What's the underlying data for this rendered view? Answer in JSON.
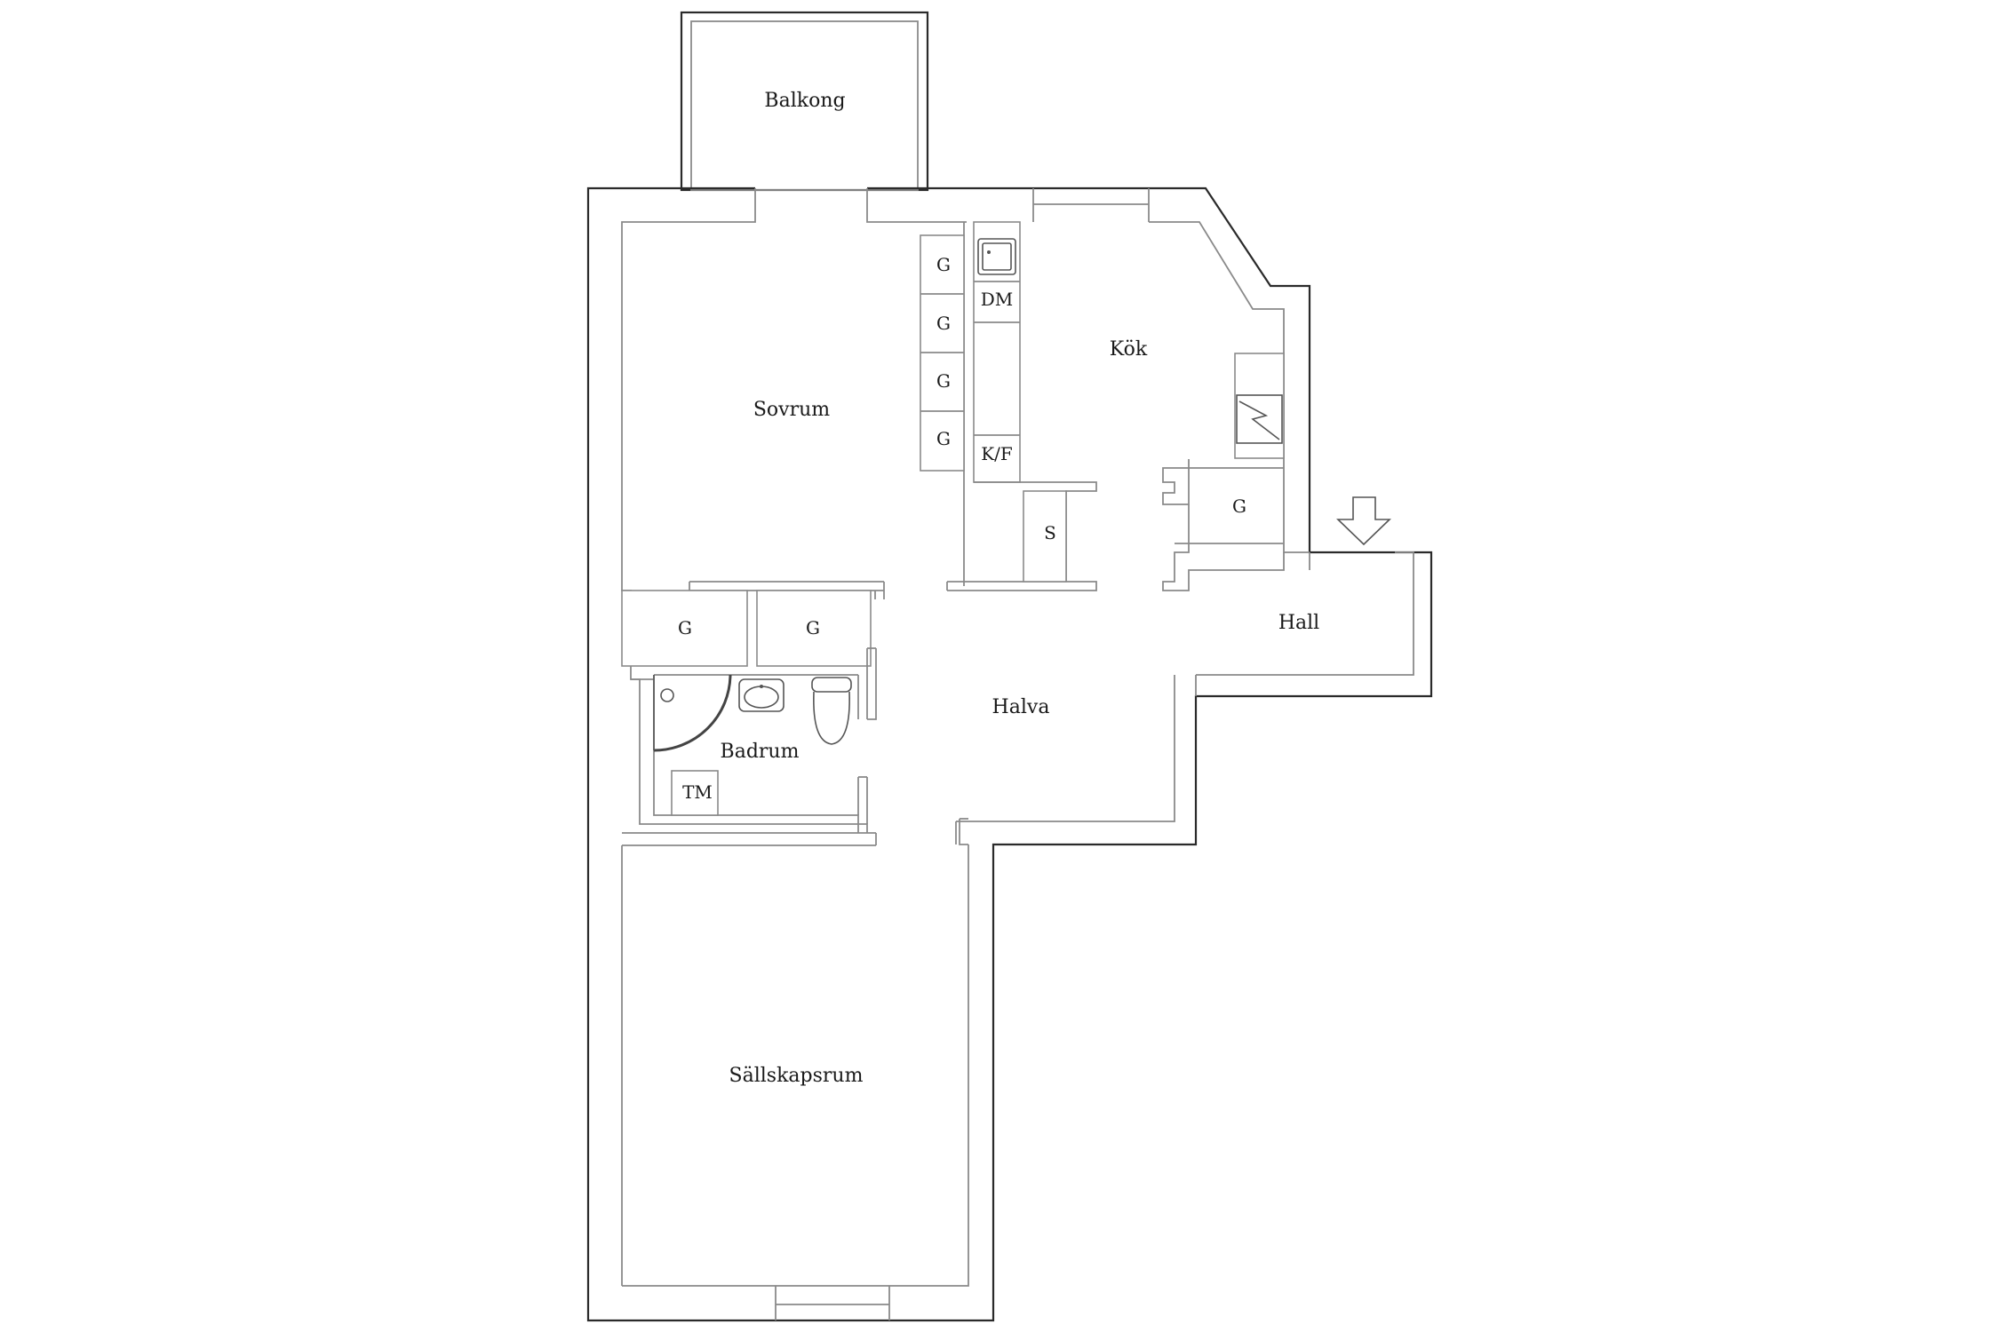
{
  "rooms": {
    "balkong": "Balkong",
    "sovrum": "Sovrum",
    "kok": "Kök",
    "hall": "Hall",
    "halva": "Halva",
    "badrum": "Badrum",
    "sallskapsrum": "Sällskapsrum"
  },
  "units": {
    "wardrobe": "G",
    "dishwasher": "DM",
    "fridge_freezer": "K/F",
    "stove": "S",
    "washing_machine": "TM"
  },
  "colors": {
    "outer_wall": "#2a2a2a",
    "inner_wall": "#8a8a8a",
    "background": "#ffffff"
  },
  "icons": {
    "entrance": "entrance-arrow-icon",
    "sink": "kitchen-sink-icon",
    "fireplace": "fireplace-icon",
    "washbasin": "washbasin-icon",
    "toilet": "toilet-icon",
    "shower": "shower-icon"
  }
}
